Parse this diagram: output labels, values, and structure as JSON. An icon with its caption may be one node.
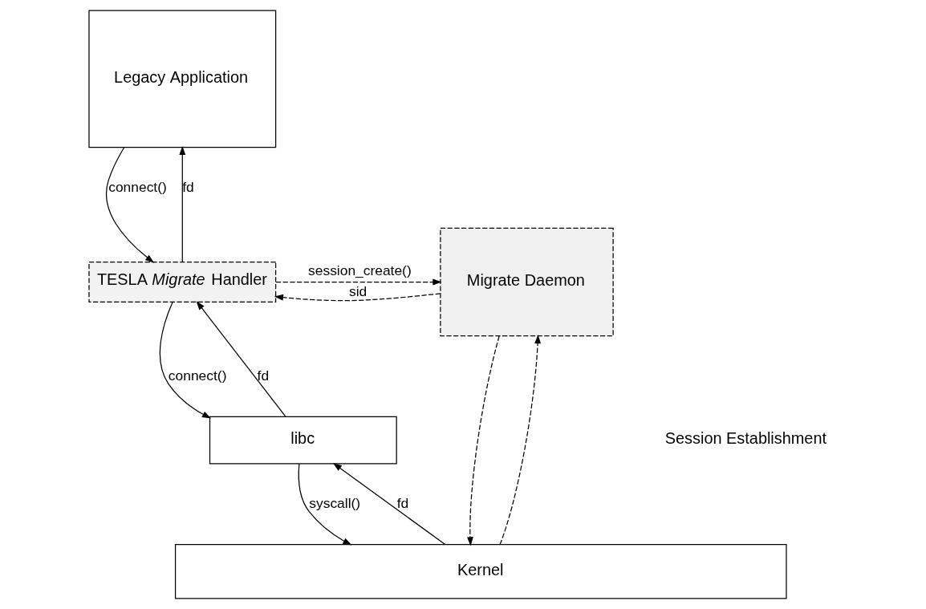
{
  "diagram": {
    "nodes": [
      {
        "text": [
          "Legacy Application"
        ]
      },
      {
        "text": [
          "TESLA *Migrate* Handler"
        ]
      },
      {
        "text": [
          "libc"
        ]
      },
      {
        "text": [
          "Kernel"
        ]
      },
      {
        "text": [
          "Migrate Daemon"
        ]
      }
    ],
    "edges": [
      {
        "from": 0,
        "to": 1,
        "arrow": "to",
        "label": "connect()"
      },
      {
        "from": 1,
        "to": 0,
        "arrow": "to",
        "label": "fd"
      },
      {
        "from": 1,
        "to": 2,
        "arrow": "to",
        "label": "connect()"
      },
      {
        "from": 2,
        "to": 1,
        "arrow": "to",
        "label": "fd"
      },
      {
        "from": 2,
        "to": 3,
        "arrow": "to",
        "label": "syscall()"
      },
      {
        "from": 3,
        "to": 2,
        "arrow": "to",
        "label": "fd"
      },
      {
        "from": 1,
        "to": 4,
        "arrow": "to",
        "label": "session_create()",
        "style": "dashed"
      },
      {
        "from": 4,
        "to": 1,
        "arrow": "to",
        "label": "sid",
        "style": "dashed"
      },
      {
        "from": 4,
        "to": 3,
        "arrow": "to",
        "style": "dashed"
      },
      {
        "from": 3,
        "to": 4,
        "arrow": "to",
        "style": "dashed"
      }
    ],
    "labels": [
      "Session Establishment"
    ]
  }
}
